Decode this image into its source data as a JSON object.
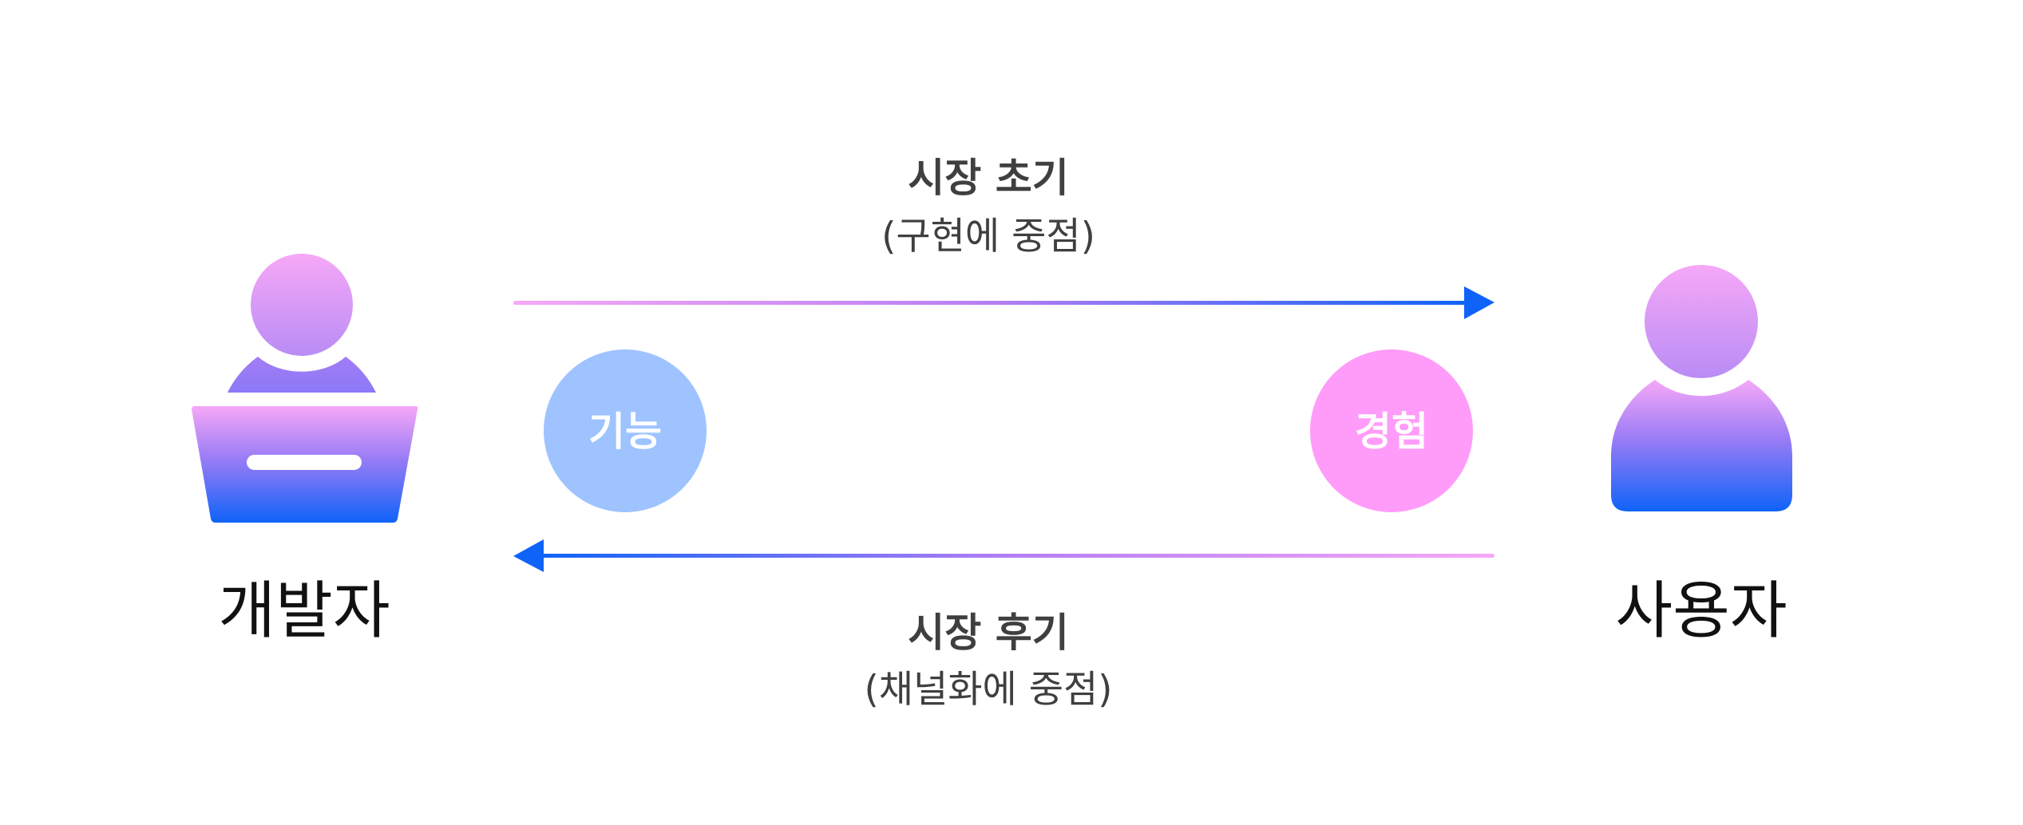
{
  "diagram": {
    "developer": {
      "label": "개발자"
    },
    "user": {
      "label": "사용자"
    },
    "bubbles": {
      "feature": {
        "label": "기능",
        "color": "#9ec3ff"
      },
      "experience": {
        "label": "경험",
        "color": "#ff9cf9"
      }
    },
    "arrows": {
      "early": {
        "title": "시장 초기",
        "subtitle": "(구현에 중점)"
      },
      "late": {
        "title": "시장 후기",
        "subtitle": "(채널화에 중점)"
      }
    },
    "colors": {
      "gradient_pink": "#f6a8f7",
      "gradient_purple": "#9a7cf6",
      "gradient_blue": "#0f63f8",
      "text_dark": "#3f3f3f"
    }
  }
}
